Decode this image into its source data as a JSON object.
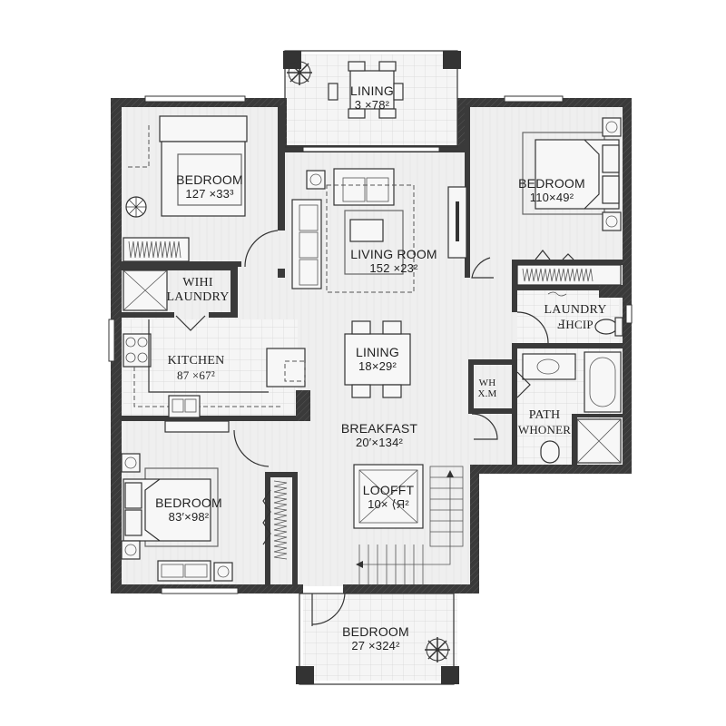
{
  "plan": {
    "colors": {
      "wall": "#3a3a3a",
      "floor": "#f1f1f1",
      "line": "#333333",
      "background": "#ffffff"
    },
    "rooms": [
      {
        "id": "lining-top",
        "name": "LINING",
        "dimensions": "3 ×78²"
      },
      {
        "id": "bedroom-nw",
        "name": "BEDROOM",
        "dimensions": "127 ×33³"
      },
      {
        "id": "bedroom-ne",
        "name": "BEDROOM",
        "dimensions": "110×49²"
      },
      {
        "id": "living-room",
        "name": "LIVING ROOM",
        "dimensions": "152 ×23²"
      },
      {
        "id": "wih-laundry",
        "name": "WIHI LAUNDRY",
        "dimensions": ""
      },
      {
        "id": "laundry-e",
        "name": "LAUNDRY",
        "dimensions": "ℲHCIP"
      },
      {
        "id": "kitchen",
        "name": "KITCHEN",
        "dimensions": "87 ×67²"
      },
      {
        "id": "lining-center",
        "name": "LINING",
        "dimensions": "18×29²"
      },
      {
        "id": "wh-closet",
        "name": "WH",
        "dimensions": "X.M"
      },
      {
        "id": "path-whoner",
        "name": "PATH",
        "dimensions": "WHONER"
      },
      {
        "id": "breakfast",
        "name": "BREAKFAST",
        "dimensions": "20′×134²"
      },
      {
        "id": "looft",
        "name": "LOOFFT",
        "dimensions": "10× ⟨Я²"
      },
      {
        "id": "bedroom-sw",
        "name": "BEDROOM",
        "dimensions": "83′×98²"
      },
      {
        "id": "bedroom-s",
        "name": "BEDROOM",
        "dimensions": "27 ×324²"
      }
    ],
    "icons": [
      "plant-icon-top-patio",
      "plant-icon-bottom-patio",
      "ceiling-fan-icon",
      "nightstand-lamp-icon",
      "stove-icon",
      "sink-icon",
      "bathtub-icon",
      "shower-icon",
      "toilet-icon",
      "stair-arrow-icon"
    ]
  }
}
